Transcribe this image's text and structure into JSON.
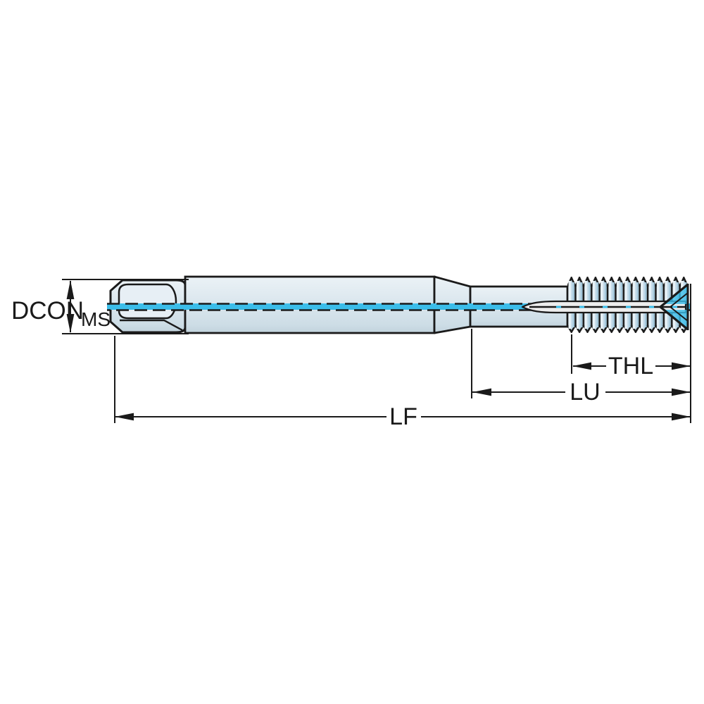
{
  "diagram": {
    "description": "Technical line drawing of a thread forming tap with dimension callouts",
    "labels": {
      "dcon_main": "DCON",
      "dcon_sub": "MS",
      "thl": "THL",
      "lu": "LU",
      "lf": "LF"
    },
    "colors": {
      "accent_cyan": "#3bbde9",
      "body_fill": "#dbe7ee",
      "thread_light": "#e9f2f7",
      "thread_base": "#c6dcea",
      "thread_dark": "#a3c7db",
      "flute_fill": "#ededed",
      "outline": "#1a1a1a",
      "background": "#ffffff"
    }
  }
}
